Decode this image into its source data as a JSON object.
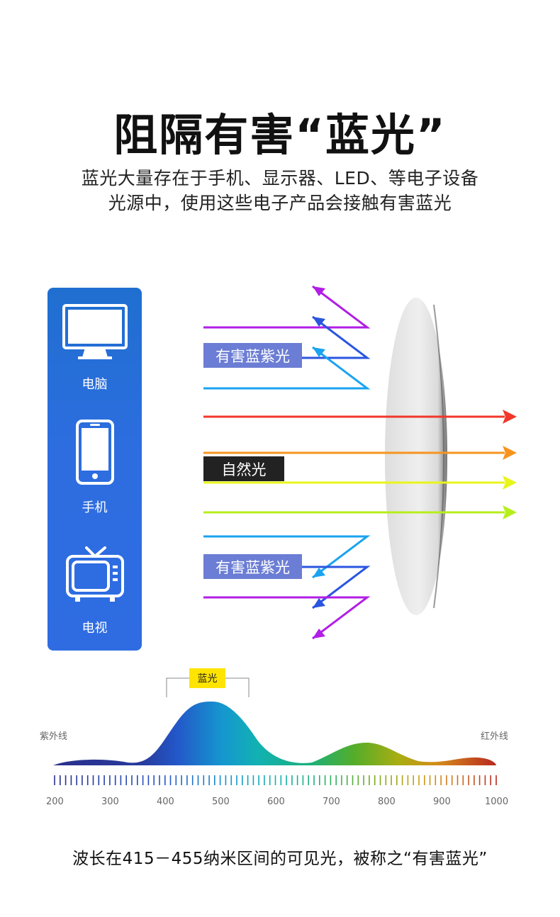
{
  "header": {
    "title": "阻隔有害“蓝光”",
    "subtitle_line1": "蓝光大量存在于手机、显示器、LED、等电子设备",
    "subtitle_line2": "光源中，使用这些电子产品会接触有害蓝光"
  },
  "devices": [
    {
      "label": "电脑",
      "icon": "monitor-icon"
    },
    {
      "label": "手机",
      "icon": "phone-icon"
    },
    {
      "label": "电视",
      "icon": "tv-icon"
    }
  ],
  "rays": {
    "harmful_label_top": "有害蓝紫光",
    "natural_label": "自然光",
    "harmful_label_bottom": "有害蓝紫光"
  },
  "spectrum": {
    "blue_light_label": "蓝光",
    "uv_label": "紫外线",
    "ir_label": "红外线",
    "ticks": [
      "200",
      "300",
      "400",
      "500",
      "600",
      "700",
      "800",
      "900",
      "1000"
    ]
  },
  "footer": {
    "note": "波长在415－455纳米区间的可见光，被称之“有害蓝光”"
  },
  "colors": {
    "panel_blue": "#2f6ce2",
    "tag_blue": "#6b7dd4",
    "purple": "#b11ee6",
    "blue": "#2a55e0",
    "sky": "#1aa3f0",
    "red": "#f2362a",
    "orange": "#f7941d",
    "yellow": "#e8f51a",
    "lime": "#b6ee1c"
  }
}
